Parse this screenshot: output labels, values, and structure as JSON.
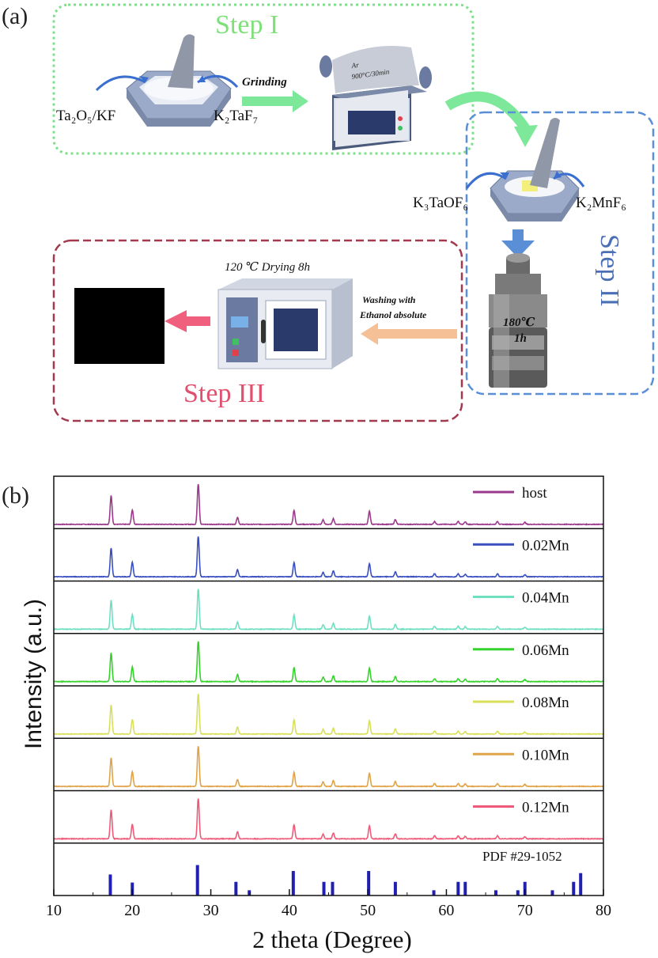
{
  "panel_a": {
    "panel_label": "(a)",
    "step1": {
      "title": "Step I",
      "left_reagent": "Ta₂O₅/KF",
      "right_reagent": "K₂TaF₇",
      "arrow_label": "Grinding",
      "furnace_label_line1": "Ar",
      "furnace_label_line2": "900°C/30min"
    },
    "step2": {
      "title": "Step II",
      "left_reagent": "K₃TaOF₆",
      "right_reagent": "K₂MnF₆",
      "autoclave_temp": "180℃",
      "autoclave_time": "1h"
    },
    "step3": {
      "title": "Step III",
      "oven_label": "120 ℃ Drying 8h",
      "wash_line1": "Washing with",
      "wash_line2": "Ethanol absolute"
    },
    "colors": {
      "step1": "#7ee08a",
      "step2": "#5a8fd8",
      "step3": "#a23a4e",
      "step3_title": "#e0506e",
      "step2_title": "#4a6fb5",
      "step1_title": "#7fe07a",
      "arrow_green": "#7ee89a",
      "arrow_blue": "#5a8fd8",
      "arrow_pink": "#f0607e",
      "arrow_peach": "#f5c095"
    }
  },
  "chart_data": {
    "panel_label": "(b)",
    "type": "line",
    "xlabel": "2 theta (Degree)",
    "ylabel": "Intensity (a.u.)",
    "xlim": [
      10,
      80
    ],
    "xticks": [
      10,
      20,
      30,
      40,
      50,
      60,
      70,
      80
    ],
    "peaks_x": [
      17.3,
      20.0,
      28.4,
      33.4,
      40.6,
      44.3,
      45.6,
      50.2,
      53.5,
      58.5,
      61.5,
      62.4,
      66.5,
      70.0
    ],
    "peaks_rel": [
      0.7,
      0.35,
      1.0,
      0.17,
      0.34,
      0.11,
      0.14,
      0.32,
      0.12,
      0.07,
      0.07,
      0.06,
      0.07,
      0.05
    ],
    "series": [
      {
        "name": "host",
        "color": "#9b3a8c"
      },
      {
        "name": "0.02Mn",
        "color": "#3a4fc0"
      },
      {
        "name": "0.04Mn",
        "color": "#6ee0c0"
      },
      {
        "name": "0.06Mn",
        "color": "#34d22a"
      },
      {
        "name": "0.08Mn",
        "color": "#d8e05a"
      },
      {
        "name": "0.10Mn",
        "color": "#e0a448"
      },
      {
        "name": "0.12Mn",
        "color": "#ef5a78"
      }
    ],
    "reference": {
      "name": "PDF #29-1052",
      "color": "#2020b0",
      "x": [
        17.2,
        20.0,
        28.3,
        33.2,
        34.9,
        40.5,
        44.4,
        45.5,
        50.1,
        53.5,
        58.4,
        61.5,
        62.4,
        66.3,
        69.1,
        70.0,
        73.5,
        76.2,
        77.1
      ],
      "rel": [
        0.6,
        0.37,
        0.87,
        0.39,
        0.15,
        0.7,
        0.39,
        0.39,
        0.7,
        0.39,
        0.15,
        0.39,
        0.39,
        0.15,
        0.15,
        0.39,
        0.15,
        0.39,
        0.64
      ]
    }
  }
}
